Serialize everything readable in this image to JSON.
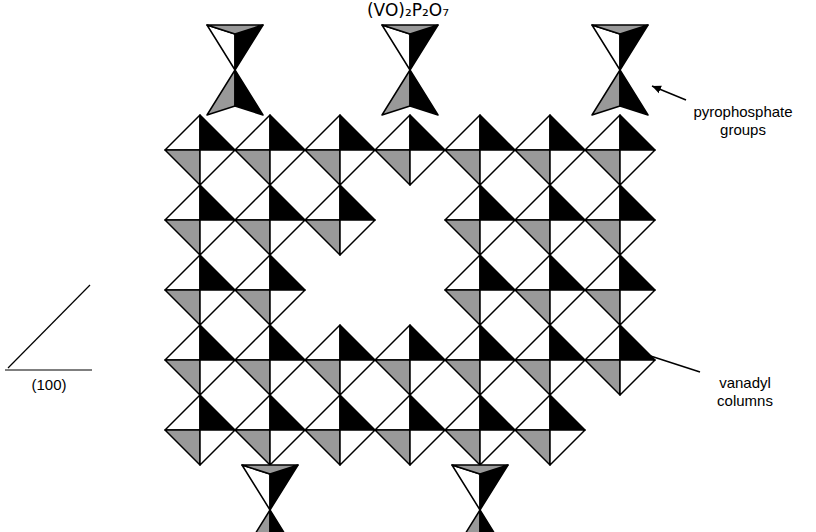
{
  "diagram": {
    "title": "(VO)₂P₂O₇",
    "labels": [
      "pyrophosphate groups",
      "vanadyl columns",
      "(100)"
    ]
  }
}
